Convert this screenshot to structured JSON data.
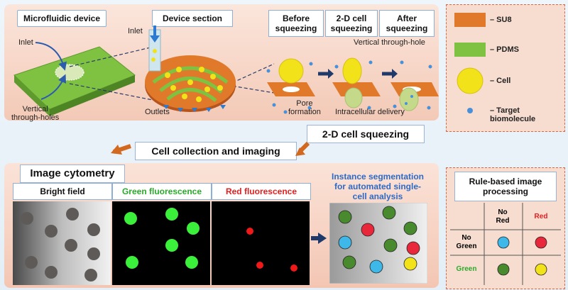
{
  "top_panel": {
    "microfluidic_device": "Microfluidic device",
    "device_section": "Device section",
    "inlet_left": "Inlet",
    "inlet_top": "Inlet",
    "vertical_through_holes": "Vertical\nthrough-holes",
    "outlets": "Outlets",
    "before_squeezing": "Before\nsqueezing",
    "cell_squeezing_2d": "2-D cell\nsqueezing",
    "after_squeezing": "After\nsqueezing",
    "vertical_through_hole": "Vertical through-hole",
    "pore_formation": "Pore\nformation",
    "intracellular_delivery": "Intracellular delivery"
  },
  "banner": {
    "cell_squeezing": "2-D cell squeezing",
    "cell_collection": "Cell collection and imaging"
  },
  "legend": {
    "items": [
      {
        "label": "– SU8",
        "color": "#e8722a"
      },
      {
        "label": "– PDMS",
        "color": "#7fc241"
      },
      {
        "label": "– Cell",
        "color": "#f2e21a"
      },
      {
        "label": "– Target\nbiomolecule",
        "color": "#4a90d9"
      }
    ]
  },
  "bottom_panel": {
    "image_cytometry": "Image cytometry",
    "bright_field": "Bright field",
    "green_fluorescence": "Green fluorescence",
    "red_fluorescence": "Red fluorescence",
    "instance_segmentation": "Instance segmentation\nfor automated single-\ncell analysis"
  },
  "rules": {
    "title": "Rule-based image\nprocessing",
    "col_no_red": "No\nRed",
    "col_red": "Red",
    "row_no_green": "No\nGreen",
    "row_green": "Green",
    "colors": {
      "no_green_no_red": "#3db8e8",
      "no_green_red": "#e8283a",
      "green_no_red": "#4a8a2e",
      "green_red": "#f2e21a"
    }
  }
}
